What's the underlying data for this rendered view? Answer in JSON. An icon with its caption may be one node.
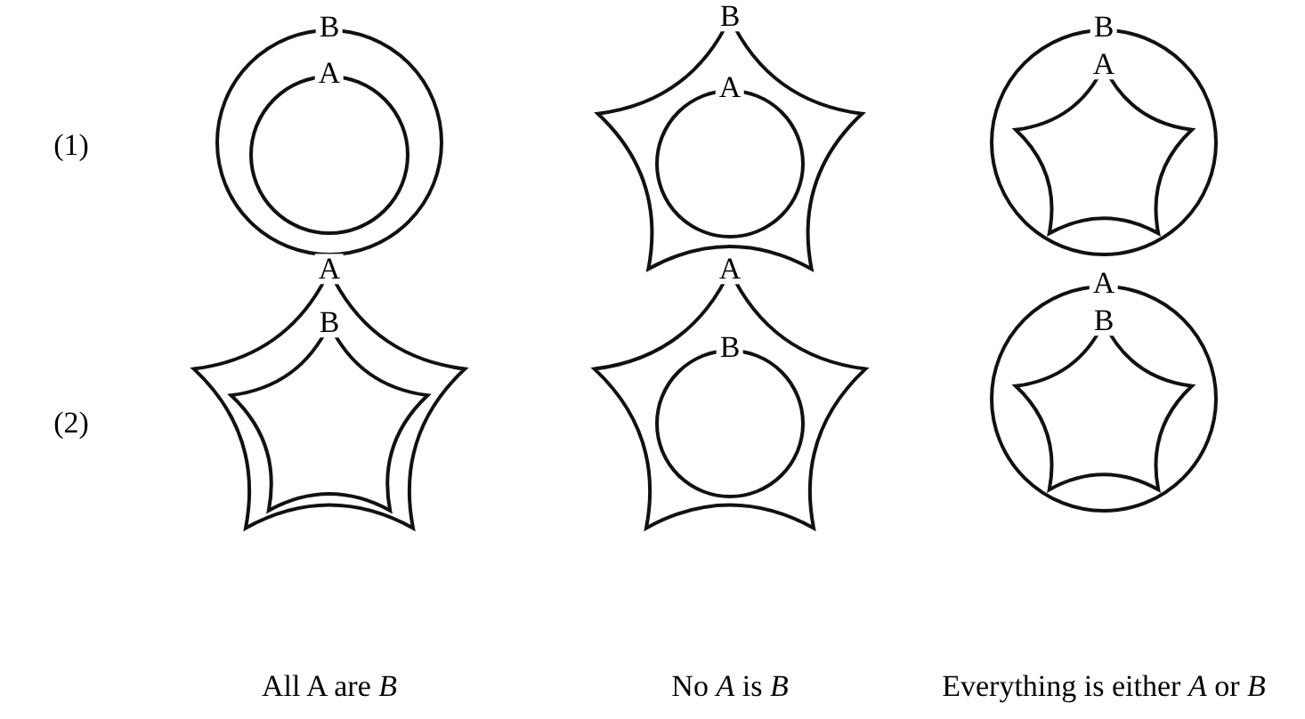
{
  "diagram": {
    "nodes": [
      {
        "text": [
          "B"
        ]
      },
      {
        "text": [
          "A"
        ],
        "in": 0
      },
      {
        "text": [
          "B"
        ]
      },
      {
        "text": [
          "A"
        ],
        "in": 2
      },
      {
        "text": [
          "B"
        ]
      },
      {
        "text": [
          "A"
        ],
        "in": 4
      },
      {
        "text": [
          "A"
        ]
      },
      {
        "text": [
          "B"
        ],
        "in": 6
      },
      {
        "text": [
          "A"
        ]
      },
      {
        "text": [
          "B"
        ],
        "in": 8
      },
      {
        "text": [
          "A"
        ]
      },
      {
        "text": [
          "B"
        ],
        "in": 10
      }
    ],
    "labels": [
      "(1)",
      "(2)",
      "All A are *B*",
      "No *A* is *B*",
      "Everything is either *A* or *B*"
    ]
  }
}
